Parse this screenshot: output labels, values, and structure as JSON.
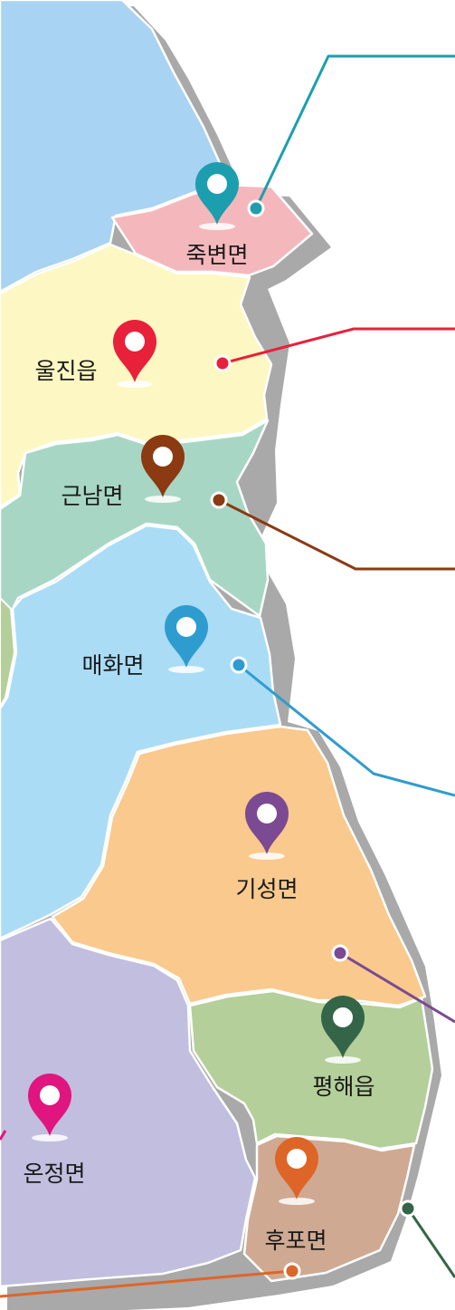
{
  "regions": [
    {
      "id": "jukbyeon",
      "name": "죽변면",
      "fill": "#f4b8bc",
      "pin_color": "#1c9eae"
    },
    {
      "id": "uljin",
      "name": "울진읍",
      "fill": "#fdf7c3",
      "pin_color": "#e8203a"
    },
    {
      "id": "geunnam",
      "name": "근남면",
      "fill": "#a7d7c4",
      "pin_color": "#8b3a12"
    },
    {
      "id": "maehwa",
      "name": "매화면",
      "fill": "#aadcf6",
      "pin_color": "#2f9ccf"
    },
    {
      "id": "giseong",
      "name": "기성면",
      "fill": "#f9c98d",
      "pin_color": "#7b4a92"
    },
    {
      "id": "pyeonghae",
      "name": "평해읍",
      "fill": "#b4cf9a",
      "pin_color": "#346548"
    },
    {
      "id": "onjeong",
      "name": "온정면",
      "fill": "#c2bedf",
      "pin_color": "#e0157f"
    },
    {
      "id": "hupo",
      "name": "후포면",
      "fill": "#cfa992",
      "pin_color": "#de6528"
    }
  ],
  "colors": {
    "northwest_area": "#a8d3f2",
    "shadow": "#a9a9a9",
    "outline": "#ffffff"
  }
}
